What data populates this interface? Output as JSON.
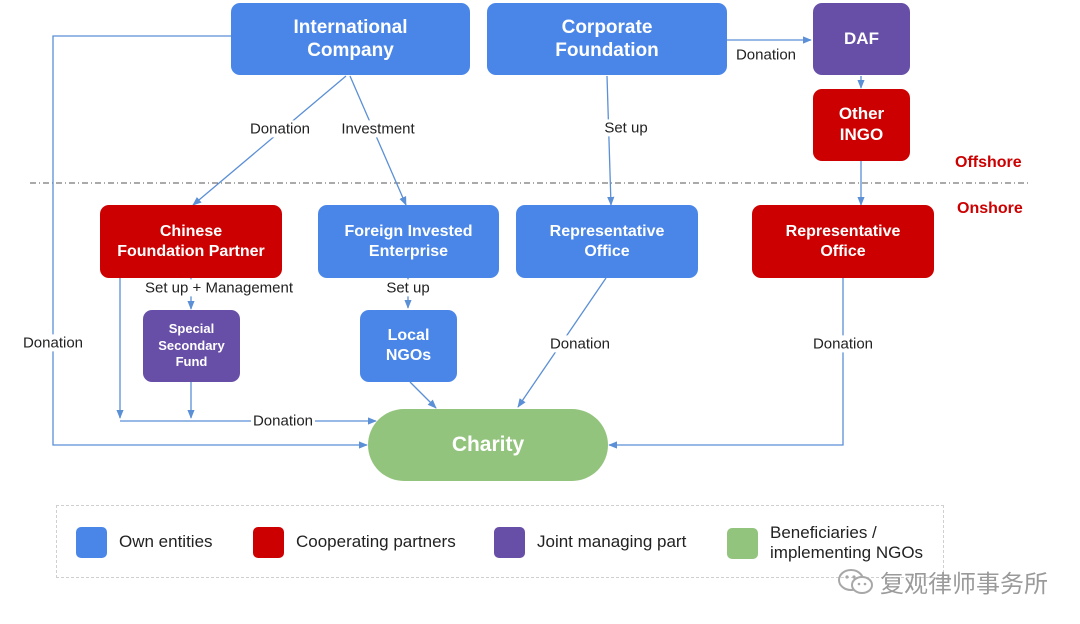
{
  "nodes": {
    "international_company": "International\nCompany",
    "corporate_foundation": "Corporate\nFoundation",
    "daf": "DAF",
    "other_ingo": "Other\nINGO",
    "chinese_foundation_partner": "Chinese\nFoundation Partner",
    "foreign_invested_enterprise": "Foreign Invested\nEnterprise",
    "representative_office_blue": "Representative\nOffice",
    "representative_office_red": "Representative\nOffice",
    "special_secondary_fund": "Special\nSecondary\nFund",
    "local_ngos": "Local\nNGOs",
    "charity": "Charity"
  },
  "edge_labels": {
    "donation_daf": "Donation",
    "donation_ic_cfp": "Donation",
    "investment_ic_fie": "Investment",
    "setup_cf_ro": "Set up",
    "setup_management": "Set up + Management",
    "setup_fie_ngos": "Set up",
    "donation_left": "Donation",
    "donation_bottom": "Donation",
    "donation_ro_blue": "Donation",
    "donation_ro_red": "Donation"
  },
  "regions": {
    "offshore": "Offshore",
    "onshore": "Onshore"
  },
  "legend": [
    {
      "color": "#4a86e8",
      "label": "Own entities"
    },
    {
      "color": "#cc0000",
      "label": "Cooperating partners"
    },
    {
      "color": "#674ea7",
      "label": "Joint managing part"
    },
    {
      "color": "#93c47d",
      "label": "Beneficiaries /\nimplementing NGOs"
    }
  ],
  "colors": {
    "own_entities": "#4a86e8",
    "cooperating_partners": "#cc0000",
    "joint_managing_part": "#674ea7",
    "beneficiaries": "#93c47d",
    "connector": "#5b8fd6",
    "region_label": "#cc0000"
  },
  "watermark": {
    "icon": "wechat-icon",
    "text": "复观律师事务所"
  }
}
